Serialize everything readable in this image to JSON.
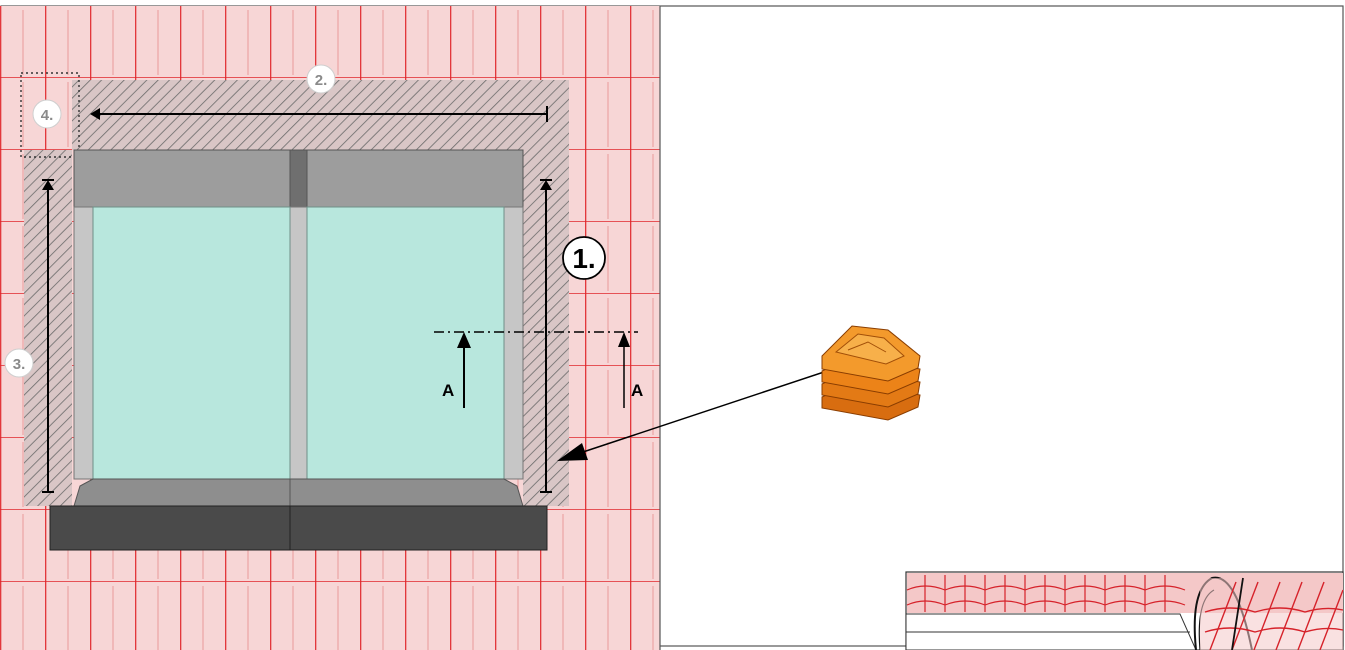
{
  "labels": {
    "step1": "1.",
    "step2": "2.",
    "step3": "3.",
    "step4": "4.",
    "section_left": "A",
    "section_right": "A"
  },
  "colors": {
    "wall_fill": "#f7d6d6",
    "tile_line": "#e0262b",
    "hatch_fill": "#d8c8c8",
    "frame_grey": "#9b9b9b",
    "glass": "#b8e7dd",
    "sill_dark": "#4a4a4a",
    "roof_tile": "#e8474d",
    "product_orange": "#f08a1e"
  },
  "icons": {
    "product": "roof-tile-stack-icon",
    "detail": "roof-detail-thumbnail"
  }
}
